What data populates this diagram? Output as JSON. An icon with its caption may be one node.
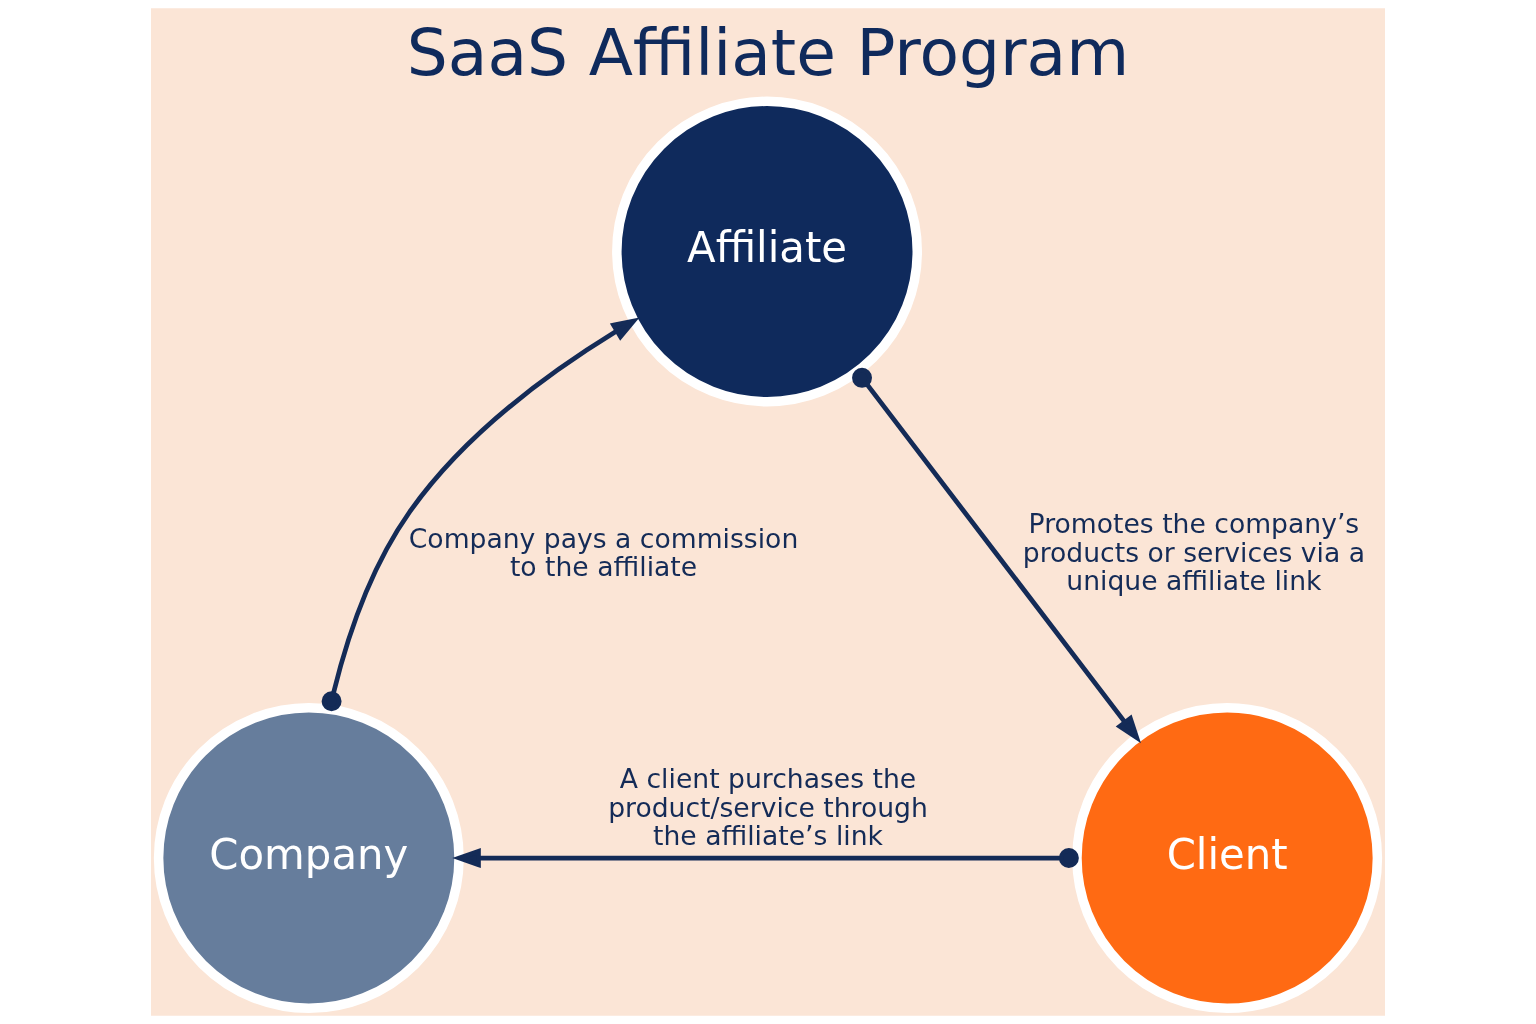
{
  "diagram": {
    "title": "SaaS Affiliate Program",
    "nodes": [
      {
        "text": [
          "Affiliate"
        ]
      },
      {
        "text": [
          "Client"
        ]
      },
      {
        "text": [
          "Company"
        ]
      }
    ],
    "edges": [
      {
        "from": 0,
        "to": 1,
        "arrow": "to",
        "label": "Promotes the company’s products or services via a unique affiliate link"
      },
      {
        "from": 1,
        "to": 2,
        "arrow": "to",
        "label": "A client purchases the product/service through the affiliate’s link"
      },
      {
        "from": 2,
        "to": 0,
        "arrow": "to",
        "label": "Company pays a commission to the affiliate"
      }
    ]
  }
}
